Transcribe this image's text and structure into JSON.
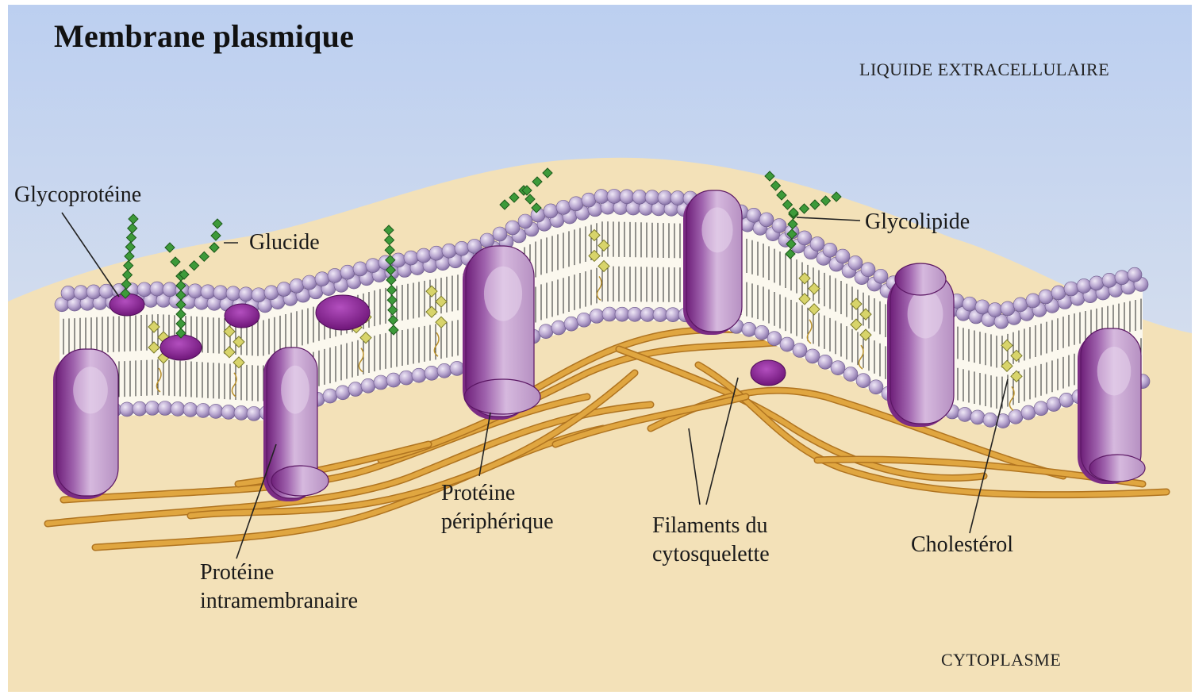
{
  "diagram": {
    "title": "Membrane plasmique",
    "regions": {
      "extracellular": "LIQUIDE EXTRACELLULAIRE",
      "cytoplasm": "CYTOPLASME"
    },
    "labels": {
      "glycoproteine": "Glycoprotéine",
      "glucide": "Glucide",
      "glycolipide": "Glycolipide",
      "proteine_intramembranaire": [
        "Protéine",
        "intramembranaire"
      ],
      "proteine_peripherique": [
        "Protéine",
        "périphérique"
      ],
      "filaments": [
        "Filaments du",
        "cytosquelette"
      ],
      "cholesterol": "Cholestérol"
    },
    "colors": {
      "extracellular_fluid": "#c5d6f1",
      "cytoplasm": "#f2dfb5",
      "phospholipid_head": "#b8a6cf",
      "protein": "#b991c2",
      "protein_dark": "#7b2c84",
      "glucide": "#3d9a3a",
      "filament": "#e0a640",
      "cholesterol": "#d8d46a"
    }
  }
}
